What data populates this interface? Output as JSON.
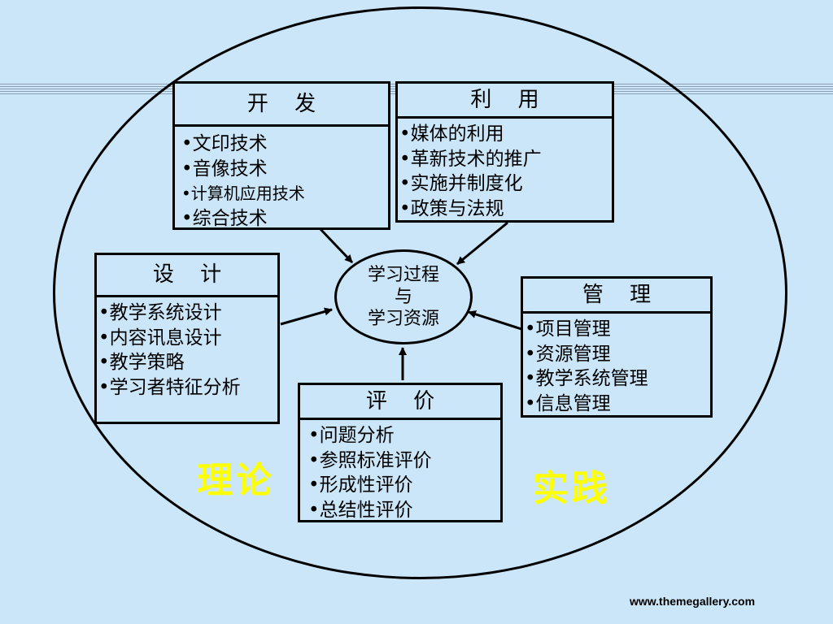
{
  "center": {
    "lines": [
      "学习过程",
      "与",
      "学习资源"
    ]
  },
  "boxes": {
    "develop": {
      "title": "开  发",
      "items": [
        "文印技术",
        "音像技术",
        "计算机应用技术",
        "综合技术"
      ]
    },
    "use": {
      "title": "利  用",
      "items": [
        "媒体的利用",
        "革新技术的推广",
        "实施并制度化",
        "政策与法规"
      ]
    },
    "design": {
      "title": "设  计",
      "items": [
        "教学系统设计",
        "内容讯息设计",
        "教学策略",
        "学习者特征分析"
      ]
    },
    "manage": {
      "title": "管  理",
      "items": [
        "项目管理",
        "资源管理",
        "教学系统管理",
        "信息管理"
      ]
    },
    "evaluate": {
      "title": "评  价",
      "items": [
        "问题分析",
        "参照标准评价",
        "形成性评价",
        "总结性评价"
      ]
    }
  },
  "labels": {
    "theory": "理论",
    "practice": "实践"
  },
  "footer": "www.themegallery.com",
  "colors": {
    "background": "#cbe6f8",
    "label_yellow": "#ffff00",
    "line": "#000000"
  }
}
